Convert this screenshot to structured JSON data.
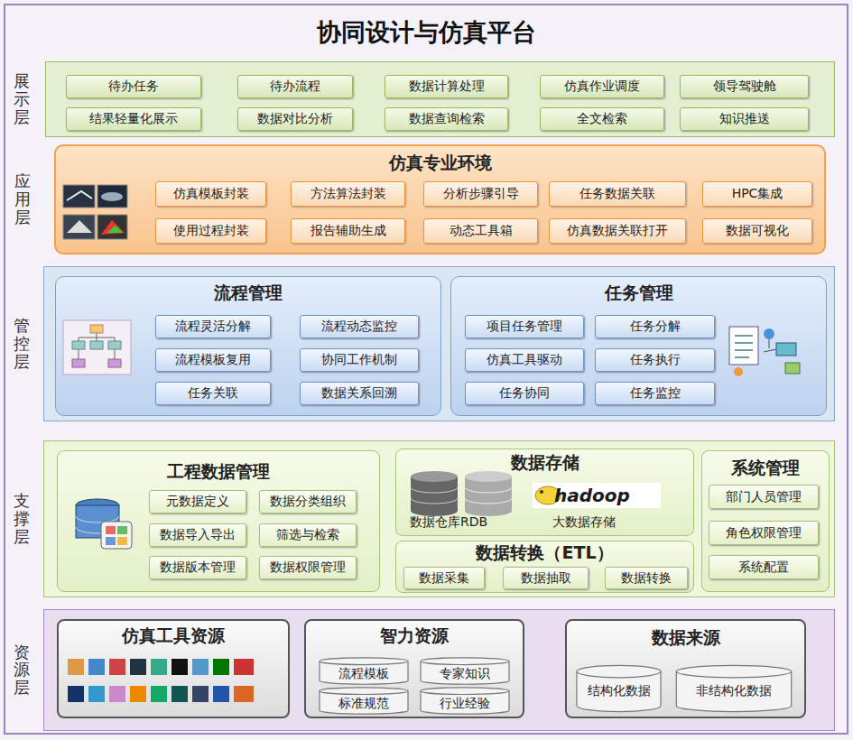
{
  "diagram": {
    "title": "协同设计与仿真平台",
    "nodes": [
      {
        "text": [
          "展示层"
        ]
      },
      {
        "text": [
          "待办任务"
        ],
        "in": 0
      },
      {
        "text": [
          "待办流程"
        ],
        "in": 0
      },
      {
        "text": [
          "数据计算处理"
        ],
        "in": 0
      },
      {
        "text": [
          "仿真作业调度"
        ],
        "in": 0
      },
      {
        "text": [
          "领导驾驶舱"
        ],
        "in": 0
      },
      {
        "text": [
          "结果轻量化展示"
        ],
        "in": 0
      },
      {
        "text": [
          "数据对比分析"
        ],
        "in": 0
      },
      {
        "text": [
          "数据查询检索"
        ],
        "in": 0
      },
      {
        "text": [
          "全文检索"
        ],
        "in": 0
      },
      {
        "text": [
          "知识推送"
        ],
        "in": 0
      },
      {
        "text": [
          "应用层",
          "仿真专业环境"
        ]
      },
      {
        "text": [
          "仿真模板封装"
        ],
        "in": 11
      },
      {
        "text": [
          "方法算法封装"
        ],
        "in": 11
      },
      {
        "text": [
          "分析步骤引导"
        ],
        "in": 11
      },
      {
        "text": [
          "任务数据关联"
        ],
        "in": 11
      },
      {
        "text": [
          "HPC集成"
        ],
        "in": 11
      },
      {
        "text": [
          "使用过程封装"
        ],
        "in": 11
      },
      {
        "text": [
          "报告辅助生成"
        ],
        "in": 11
      },
      {
        "text": [
          "动态工具箱"
        ],
        "in": 11
      },
      {
        "text": [
          "仿真数据关联打开"
        ],
        "in": 11
      },
      {
        "text": [
          "数据可视化"
        ],
        "in": 11
      },
      {
        "text": [
          "管控层"
        ]
      },
      {
        "text": [
          "流程管理"
        ],
        "in": 22
      },
      {
        "text": [
          "流程灵活分解"
        ],
        "in": 23
      },
      {
        "text": [
          "流程动态监控"
        ],
        "in": 23
      },
      {
        "text": [
          "流程模板复用"
        ],
        "in": 23
      },
      {
        "text": [
          "协同工作机制"
        ],
        "in": 23
      },
      {
        "text": [
          "任务关联"
        ],
        "in": 23
      },
      {
        "text": [
          "数据关系回溯"
        ],
        "in": 23
      },
      {
        "text": [
          "任务管理"
        ],
        "in": 22
      },
      {
        "text": [
          "项目任务管理"
        ],
        "in": 30
      },
      {
        "text": [
          "任务分解"
        ],
        "in": 30
      },
      {
        "text": [
          "仿真工具驱动"
        ],
        "in": 30
      },
      {
        "text": [
          "任务执行"
        ],
        "in": 30
      },
      {
        "text": [
          "任务协同"
        ],
        "in": 30
      },
      {
        "text": [
          "任务监控"
        ],
        "in": 30
      },
      {
        "text": [
          "支撑层"
        ]
      },
      {
        "text": [
          "工程数据管理"
        ],
        "in": 37
      },
      {
        "text": [
          "元数据定义"
        ],
        "in": 38
      },
      {
        "text": [
          "数据分类组织"
        ],
        "in": 38
      },
      {
        "text": [
          "数据导入导出"
        ],
        "in": 38
      },
      {
        "text": [
          "筛选与检索"
        ],
        "in": 38
      },
      {
        "text": [
          "数据版本管理"
        ],
        "in": 38
      },
      {
        "text": [
          "数据权限管理"
        ],
        "in": 38
      },
      {
        "text": [
          "数据存储"
        ],
        "in": 37
      },
      {
        "text": [
          "数据转换（ETL）"
        ],
        "in": 37
      },
      {
        "text": [
          "数据采集"
        ],
        "in": 46
      },
      {
        "text": [
          "数据抽取"
        ],
        "in": 46
      },
      {
        "text": [
          "数据转换"
        ],
        "in": 46
      },
      {
        "text": [
          "系统管理"
        ],
        "in": 37
      },
      {
        "text": [
          "部门人员管理"
        ],
        "in": 50
      },
      {
        "text": [
          "角色权限管理"
        ],
        "in": 50
      },
      {
        "text": [
          "系统配置"
        ],
        "in": 50
      },
      {
        "text": [
          "资源层"
        ]
      },
      {
        "text": [
          "仿真工具资源"
        ],
        "in": 54
      },
      {
        "text": [
          "智力资源"
        ],
        "in": 54
      },
      {
        "text": [
          "流程模板"
        ],
        "in": 56
      },
      {
        "text": [
          "专家知识"
        ],
        "in": 56
      },
      {
        "text": [
          "标准规范"
        ],
        "in": 56
      },
      {
        "text": [
          "行业经验"
        ],
        "in": 56
      },
      {
        "text": [
          "数据来源"
        ],
        "in": 54
      },
      {
        "text": [
          "结构化数据"
        ],
        "in": 61
      },
      {
        "text": [
          "非结构化数据"
        ],
        "in": 61
      }
    ],
    "labels": [
      "数据仓库RDB",
      "hadoop",
      "大数据存储"
    ]
  }
}
